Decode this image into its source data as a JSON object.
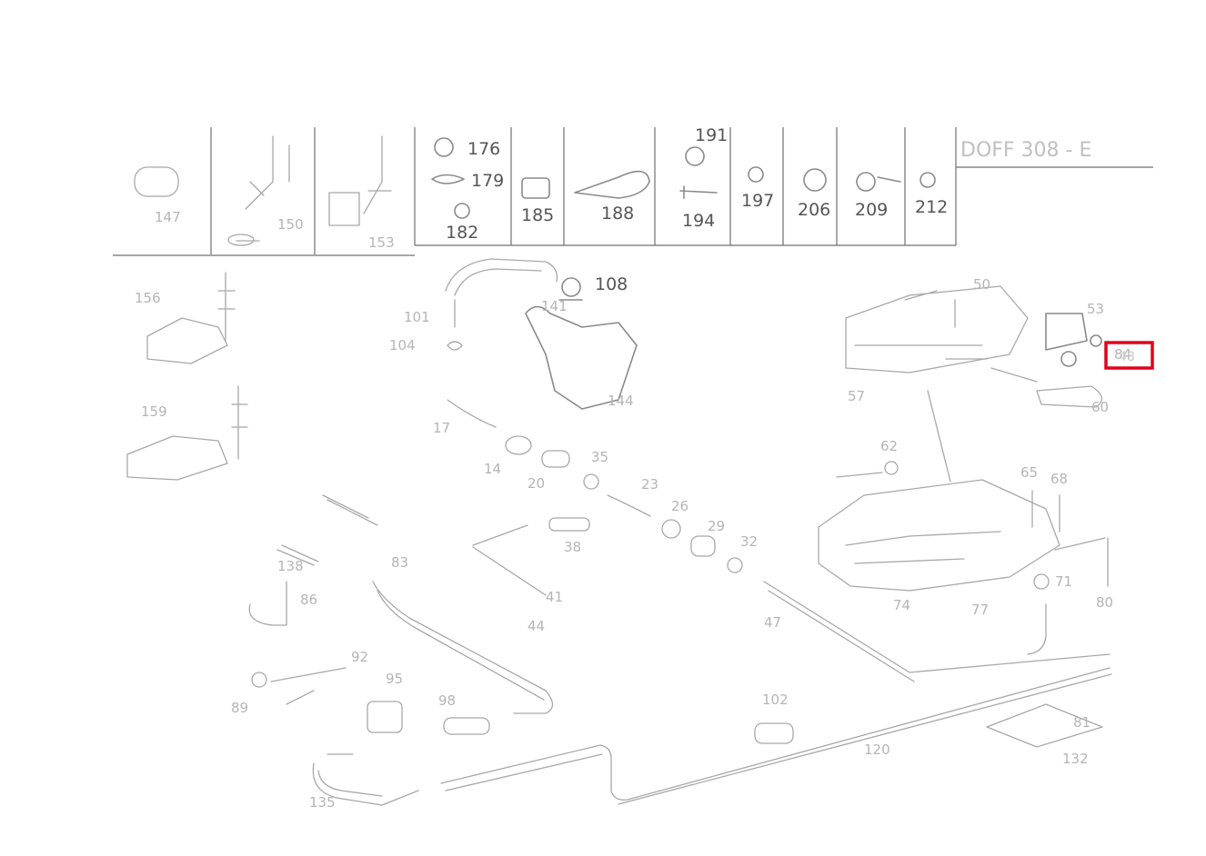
{
  "header": {
    "code_text": "DOFF 308 - E",
    "cell_labels": [
      "176",
      "179",
      "182",
      "185",
      "188",
      "191",
      "194",
      "197",
      "206",
      "209",
      "212"
    ]
  },
  "callouts": {
    "part_108": "108",
    "highlighted": "48",
    "faint": [
      "147",
      "150",
      "153",
      "156",
      "159",
      "101",
      "104",
      "17",
      "14",
      "20",
      "35",
      "23",
      "26",
      "29",
      "32",
      "38",
      "41",
      "44",
      "47",
      "50",
      "53",
      "57",
      "60",
      "62",
      "65",
      "68",
      "71",
      "74",
      "77",
      "80",
      "83",
      "86",
      "89",
      "92",
      "95",
      "98",
      "102",
      "120",
      "132",
      "135",
      "138",
      "141",
      "144",
      "81",
      "84"
    ]
  },
  "colors": {
    "highlight": "#e3001b",
    "grid": "#707070"
  }
}
